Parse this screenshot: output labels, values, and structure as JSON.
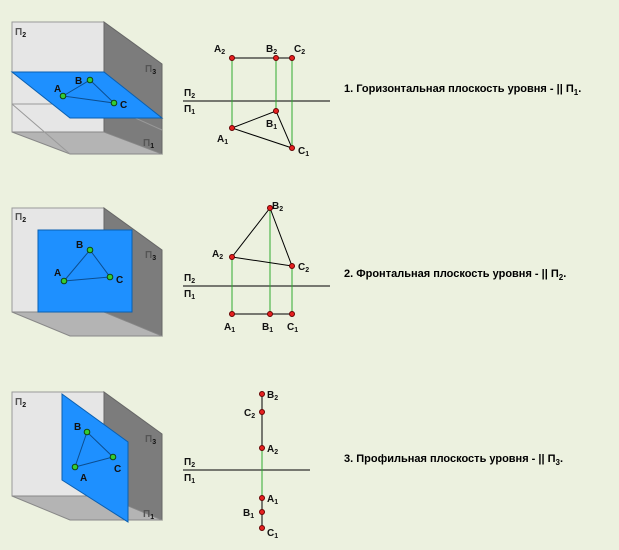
{
  "colors": {
    "background": "#ecf1df",
    "box_front": "#e6e6e6",
    "box_side": "#7c7c7c",
    "box_bottom": "#b4b4b4",
    "plane_blue": "#1e90ff",
    "point_green": "#33cc33",
    "point_red": "#e62020",
    "link_green": "#2faa2f"
  },
  "common": {
    "plane_front": "П",
    "plane_front_sub": "2",
    "plane_side": "П",
    "plane_side_sub": "3",
    "plane_bottom": "П",
    "plane_bottom_sub": "1",
    "axis_upper": "П",
    "axis_upper_sub": "2",
    "axis_lower": "П",
    "axis_lower_sub": "1",
    "point_a": "A",
    "point_b": "B",
    "point_c": "C",
    "sub_1": "1",
    "sub_2": "2"
  },
  "rows": [
    {
      "caption_text": "1. Горизонтальная плоскость уровня - || П",
      "caption_sub": "1",
      "caption_end": "."
    },
    {
      "caption_text": "2. Фронтальная плоскость уровня - || П",
      "caption_sub": "2",
      "caption_end": "."
    },
    {
      "caption_text": "3. Профильная плоскость уровня - || П",
      "caption_sub": "3",
      "caption_end": "."
    }
  ]
}
